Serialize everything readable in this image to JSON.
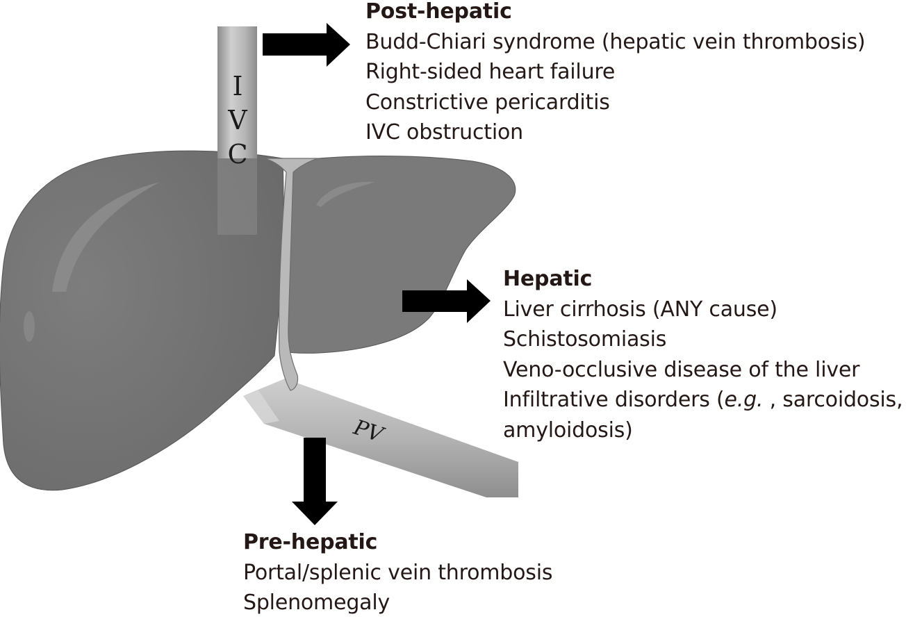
{
  "vessels": {
    "ivc_letters": [
      "I",
      "V",
      "C"
    ],
    "pv_label": "PV"
  },
  "post_hepatic": {
    "heading": "Post-hepatic",
    "items": [
      "Budd-Chiari syndrome (hepatic vein thrombosis)",
      "Right-sided heart failure",
      "Constrictive pericarditis",
      "IVC obstruction"
    ]
  },
  "hepatic": {
    "heading": "Hepatic",
    "items": [
      "Liver cirrhosis (ANY cause)",
      "Schistosomiasis",
      "Veno-occlusive disease of the liver"
    ],
    "infiltrative_prefix": "Infiltrative disorders (",
    "infiltrative_italic": "e.g.",
    "infiltrative_suffix": " , sarcoidosis,",
    "infiltrative_cont": "amyloidosis)"
  },
  "pre_hepatic": {
    "heading": "Pre-hepatic",
    "items": [
      "Portal/splenic vein thrombosis",
      "Splenomegaly"
    ]
  },
  "colors": {
    "liver": "#787878",
    "liver_dark": "#5f5f5f",
    "vessel": "#a8a8a8",
    "arrow": "#000000",
    "text": "#231815"
  }
}
